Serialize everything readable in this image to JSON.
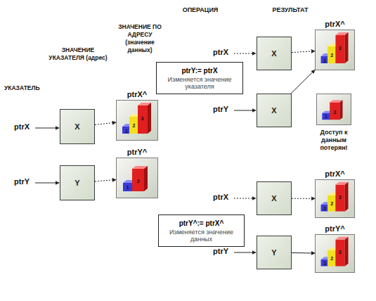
{
  "diagram": {
    "nodes": [
      {
        "text": [
          "X"
        ]
      },
      {
        "text": [
          "ptrX^",
          "1",
          "2",
          "3"
        ]
      },
      {
        "text": [
          "Y"
        ]
      },
      {
        "text": [
          "ptrY^",
          "1",
          "2"
        ]
      },
      {
        "text": [
          "ptrY:= ptrX",
          "Изменяется значение указателя"
        ]
      },
      {
        "text": [
          "X"
        ]
      },
      {
        "text": [
          "ptrX^",
          "1",
          "2",
          "3"
        ]
      },
      {
        "text": [
          "X"
        ]
      },
      {
        "text": [
          "1",
          "2"
        ]
      },
      {
        "text": [
          "ptrY^:= ptrX^",
          "Изменяется значение данных"
        ]
      },
      {
        "text": [
          "X"
        ]
      },
      {
        "text": [
          "ptrX^",
          "1",
          "2",
          "3"
        ]
      },
      {
        "text": [
          "Y"
        ]
      },
      {
        "text": [
          "ptrY^",
          "1",
          "2",
          "3"
        ]
      }
    ],
    "edges": [
      {
        "from": 0,
        "to": 1,
        "arrow": "to"
      },
      {
        "from": 2,
        "to": 3,
        "arrow": "to"
      },
      {
        "from": 5,
        "to": 6,
        "arrow": "to"
      },
      {
        "from": 7,
        "to": 6,
        "arrow": "to"
      },
      {
        "from": 10,
        "to": 11,
        "arrow": "to"
      },
      {
        "from": 12,
        "to": 13,
        "arrow": "to"
      }
    ],
    "labels": [
      "ОПЕРАЦИЯ",
      "РЕЗУЛЬТАТ",
      "ЗНАЧЕНИЕ ПО АДРЕСУ (значение данных)",
      "ЗНАЧЕНИЕ УКАЗАТЕЛЯ (адрес)",
      "УКАЗАТЕЛЬ",
      "ptrX",
      "ptrY",
      "ptrX",
      "ptrY",
      "ptrX",
      "ptrY",
      "Доступ к данным потерян!"
    ]
  }
}
